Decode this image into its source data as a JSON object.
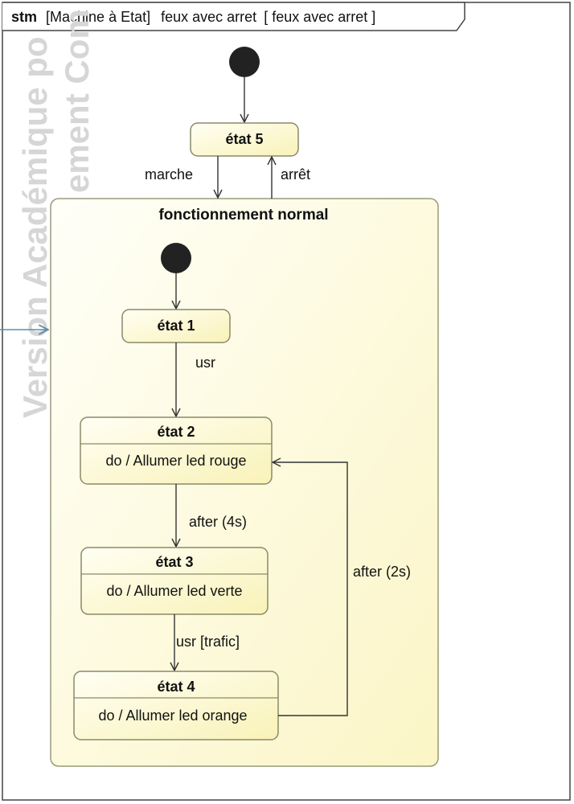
{
  "frame": {
    "kind": "stm",
    "element_type": "[Machine à Etat]",
    "name": "feux avec arret",
    "qualified_name": "[ feux avec arret ]"
  },
  "watermark": {
    "line1": "Version Académique po",
    "line2": "ement Com"
  },
  "composite": {
    "name": "fonctionnement normal"
  },
  "states": {
    "etat5": {
      "name": "état 5"
    },
    "etat1": {
      "name": "état 1"
    },
    "etat2": {
      "name": "état 2",
      "activity": "do / Allumer led rouge"
    },
    "etat3": {
      "name": "état 3",
      "activity": "do / Allumer led verte"
    },
    "etat4": {
      "name": "état 4",
      "activity": "do / Allumer led orange"
    }
  },
  "transitions": {
    "marche": "marche",
    "arret": "arrêt",
    "usr": "usr",
    "after4s": "after (4s)",
    "usr_trafic": "usr [trafic]",
    "after2s": "after (2s)"
  },
  "colors": {
    "state_fill_top": "#fffff2",
    "state_fill_bottom": "#fbf6c2",
    "state_border": "#8a8a6a",
    "composite_fill": "#fffde6",
    "initial_node": "#222222",
    "arrow": "#333333",
    "external_arrow": "#5b8fa8"
  }
}
